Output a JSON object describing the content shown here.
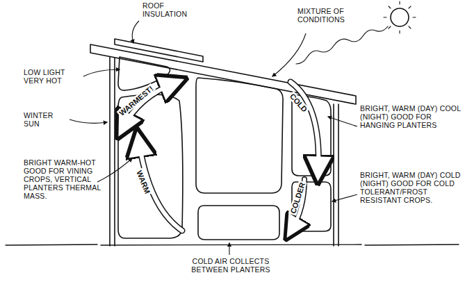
{
  "diagram": {
    "labels": [
      "ROOF INSULATION",
      "MIXTURE OF CONDITIONS",
      "LOW LIGHT VERY HOT",
      "WINTER SUN",
      "BRIGHT WARM-HOT GOOD FOR VINING CROPS, VERTICAL PLANTERS THERMAL MASS.",
      "BRIGHT, WARM (DAY) COOL (NIGHT) GOOD FOR HANGING PLANTERS",
      "BRIGHT, WARM (DAY) COLD (NIGHT) GOOD FOR COLD TOLERANT/FROST RESISTANT CROPS.",
      "COLD AIR COLLECTS BETWEEN PLANTERS",
      "WARMEST!",
      "COLD",
      "WARM",
      "COLDER"
    ]
  }
}
